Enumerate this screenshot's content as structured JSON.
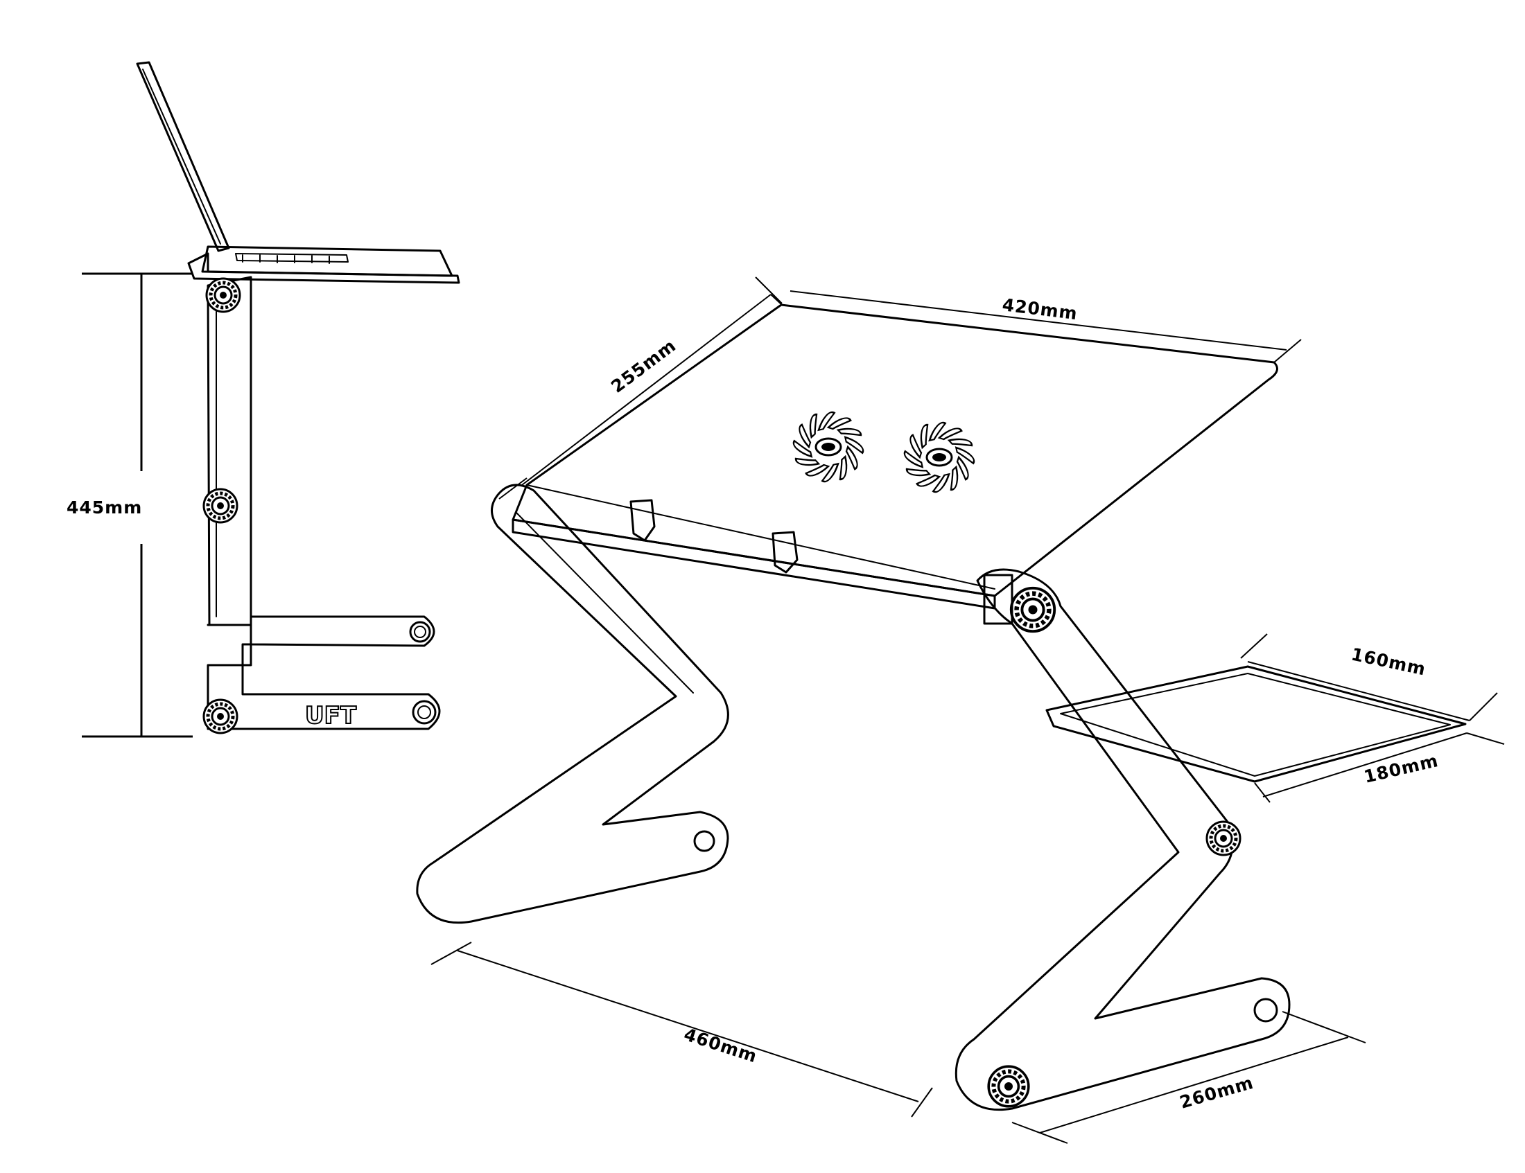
{
  "dimensions": {
    "height": "445mm",
    "tray_depth": "255mm",
    "tray_width": "420mm",
    "mouse_pad_depth": "160mm",
    "mouse_pad_width": "180mm",
    "base_length": "460mm",
    "foot_length": "260mm"
  },
  "logo": "UFT",
  "colors": {
    "ink": "#000000",
    "paper": "#ffffff"
  }
}
